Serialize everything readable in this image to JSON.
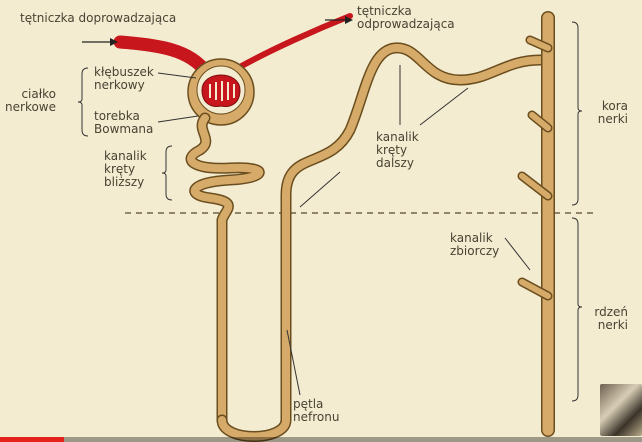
{
  "labels": {
    "afferent": "tętniczka doprowadzająca",
    "efferent": "tętniczka\nodprowadzająca",
    "corpuscle": "ciałko\nnerkowe",
    "glomerulus": "kłębuszek\nnerkowy",
    "bowman": "torebka\nBowmana",
    "proximal": "kanalik\nkręty\nbliższy",
    "distal": "kanalik\nkręty\ndalszy",
    "collecting": "kanalik\nzbiorczy",
    "loop": "pętla\nnefronu",
    "cortex": "kora\nnerki",
    "medulla": "rdzeń\nnerki"
  },
  "colors": {
    "background": "#f3ecd0",
    "tubule": "#d6aa69",
    "tubule_outline": "#6b4e1f",
    "artery": "#c8161d",
    "text": "#4a4334",
    "progress": "#e4231a"
  },
  "video": {
    "progress": 0.1
  }
}
